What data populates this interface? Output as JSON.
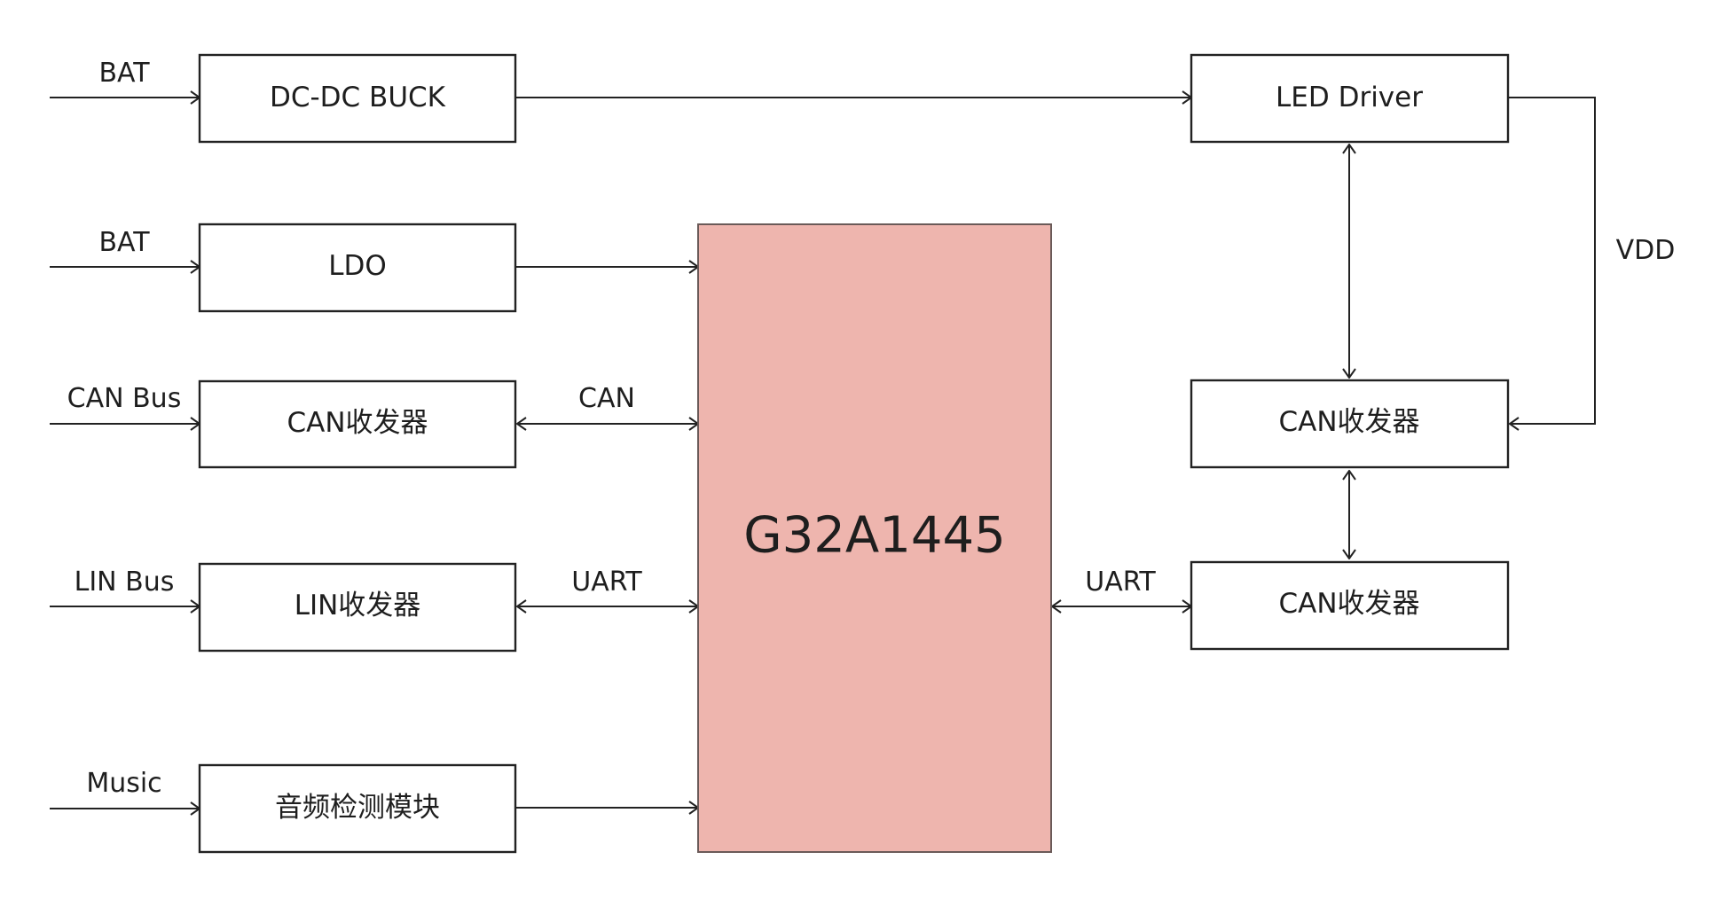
{
  "diagram": {
    "mcu": {
      "label": "G32A1445",
      "fill": "#eeb5ae"
    },
    "left_blocks": [
      {
        "id": "dcdc",
        "label": "DC-DC BUCK",
        "input_label": "BAT",
        "output_label": ""
      },
      {
        "id": "ldo",
        "label": "LDO",
        "input_label": "BAT",
        "output_label": ""
      },
      {
        "id": "can_left",
        "label": "CAN收发器",
        "input_label": "CAN Bus",
        "output_label": "CAN"
      },
      {
        "id": "lin",
        "label": "LIN收发器",
        "input_label": "LIN Bus",
        "output_label": "UART"
      },
      {
        "id": "audio",
        "label": "音频检测模块",
        "input_label": "Music",
        "output_label": ""
      }
    ],
    "right_blocks": [
      {
        "id": "led",
        "label": "LED Driver"
      },
      {
        "id": "can_right_1",
        "label": "CAN收发器"
      },
      {
        "id": "can_right_2",
        "label": "CAN收发器"
      }
    ],
    "links": {
      "mcu_to_can_right_2": "UART",
      "led_to_can_right_1": "VDD"
    }
  }
}
